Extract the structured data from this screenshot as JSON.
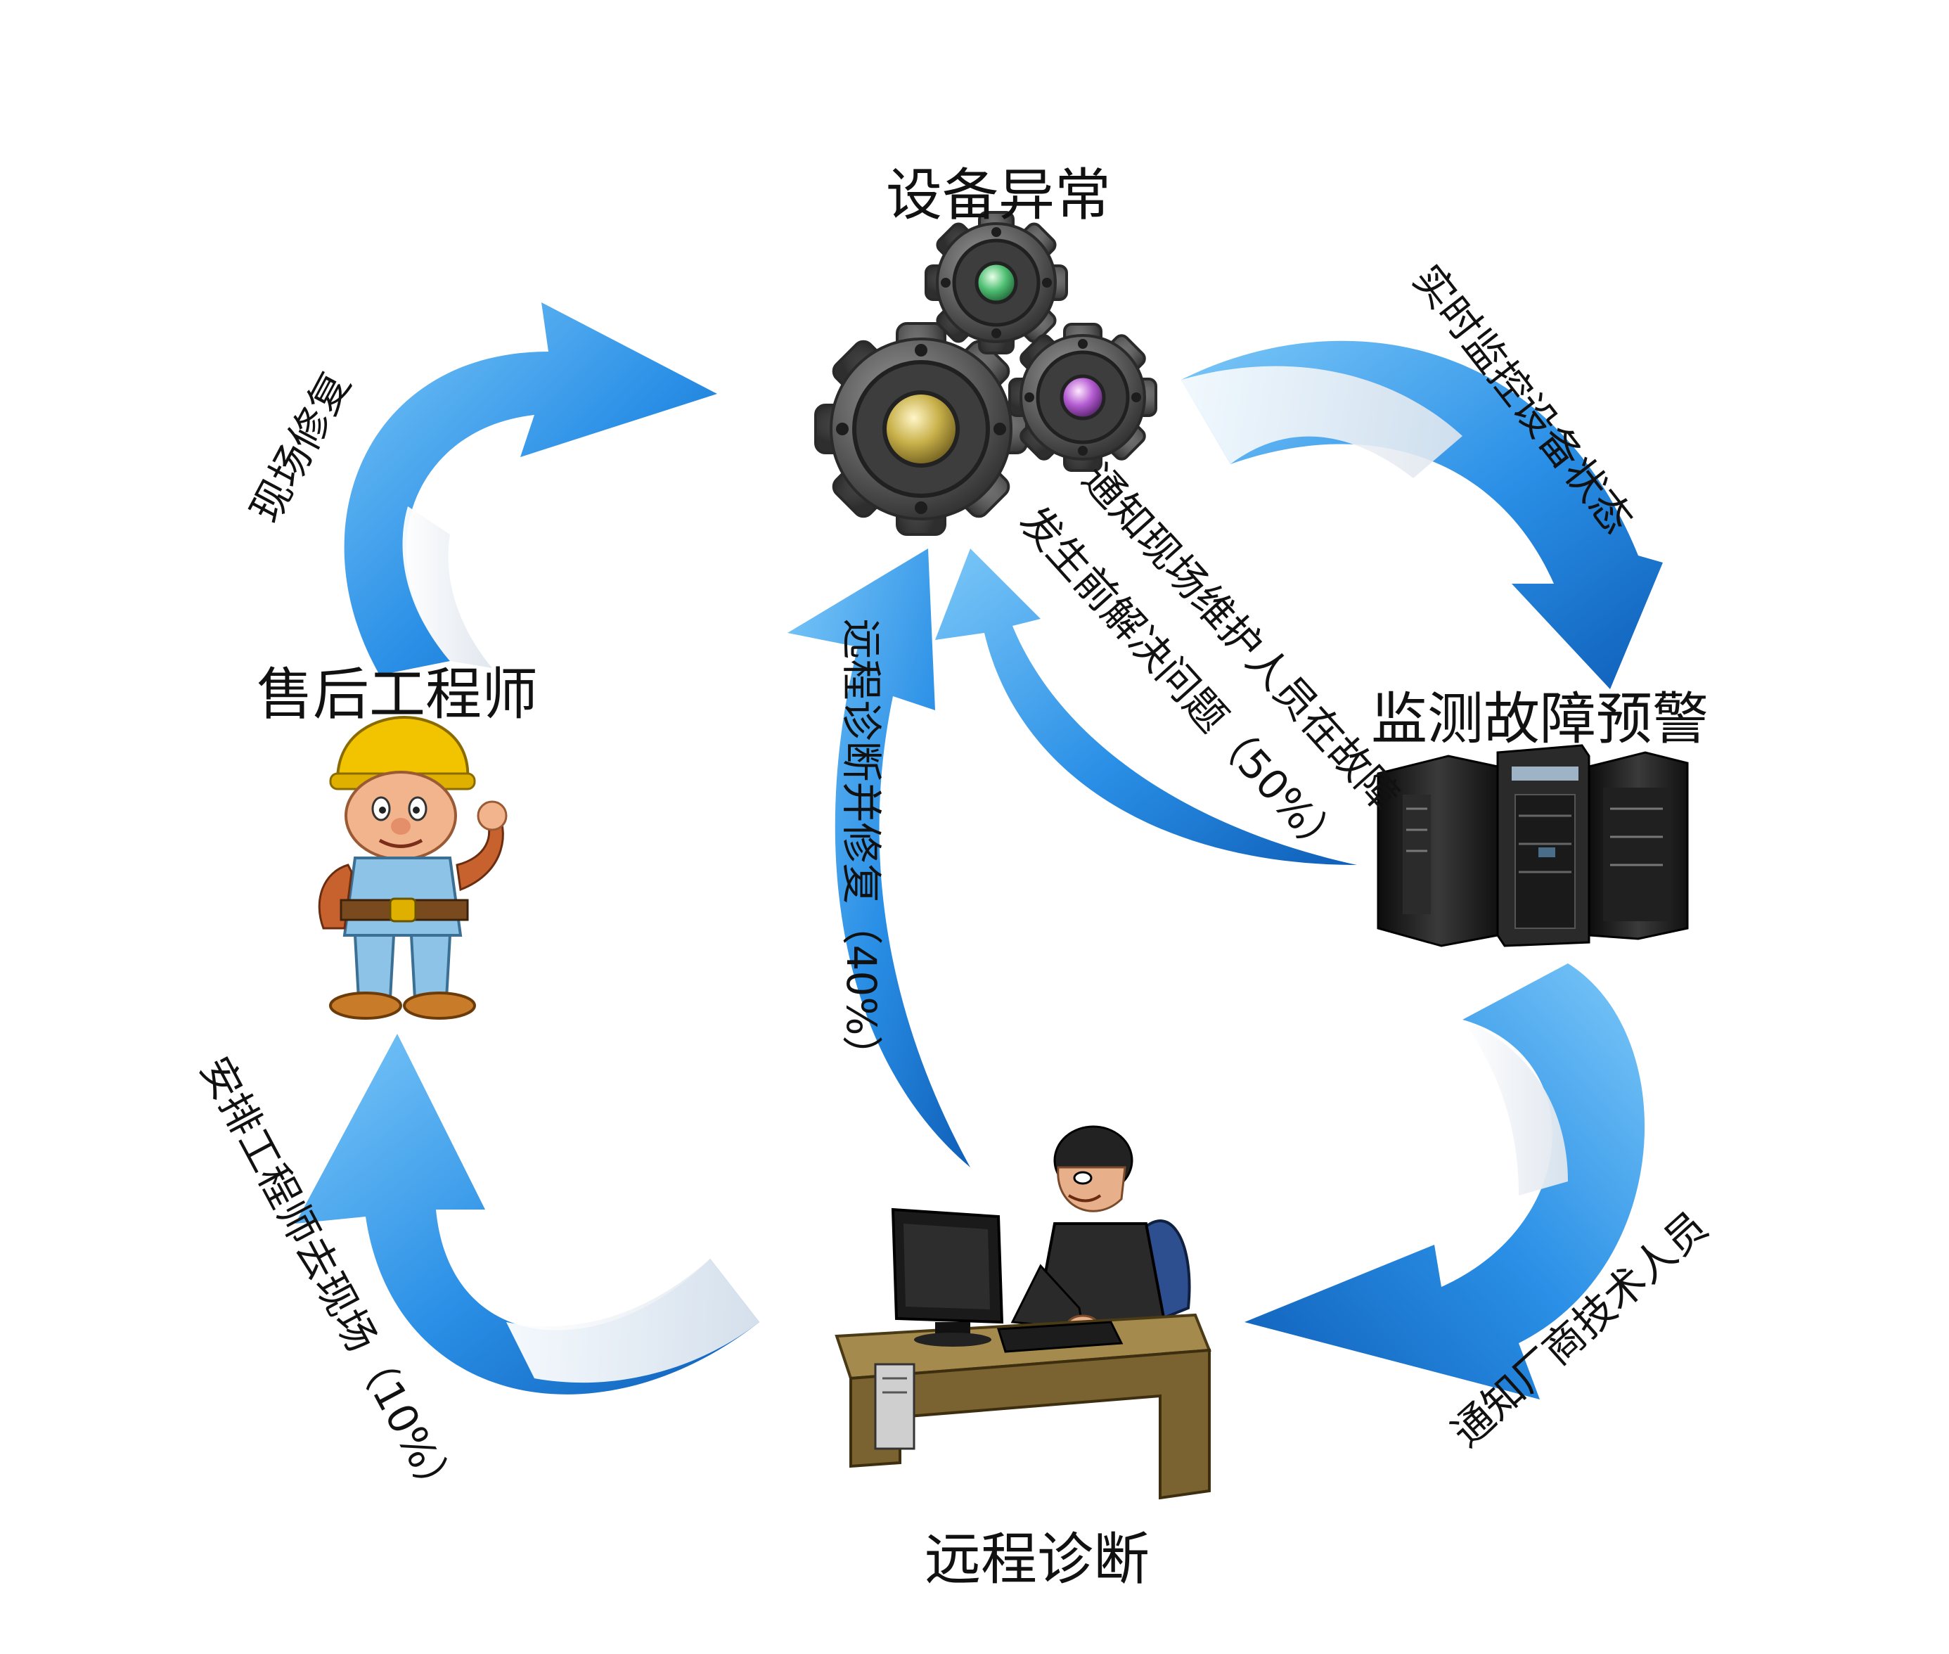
{
  "nodes": {
    "equipment": {
      "label": "设备异常",
      "icon": "gears-icon"
    },
    "monitor": {
      "label": "监测故障预警",
      "icon": "server-tower-icon"
    },
    "remote": {
      "label": "远程诊断",
      "icon": "operator-at-computer-icon"
    },
    "engineer": {
      "label": "售后工程师",
      "icon": "engineer-worker-icon"
    }
  },
  "edges": {
    "realtime": {
      "label": "实时监控设备状态"
    },
    "notify_vendor": {
      "label": "通知厂商技术人员"
    },
    "dispatch": {
      "label": "安排工程师去现场（10%）"
    },
    "onsite": {
      "label": "现场修复"
    },
    "remote_fix": {
      "label": "远程诊断并修复（40%）"
    },
    "notify_staff_line1": {
      "label": "通知现场维护人员在故障"
    },
    "notify_staff_line2": {
      "label": "发生前解决问题（50%）"
    }
  },
  "colors": {
    "arrow_blue": "#1f7fe0",
    "arrow_light": "#78c2f5",
    "arrow_inner": "#eef4fa",
    "gear": "#5b5b5b",
    "server": "#1f1f1f"
  }
}
